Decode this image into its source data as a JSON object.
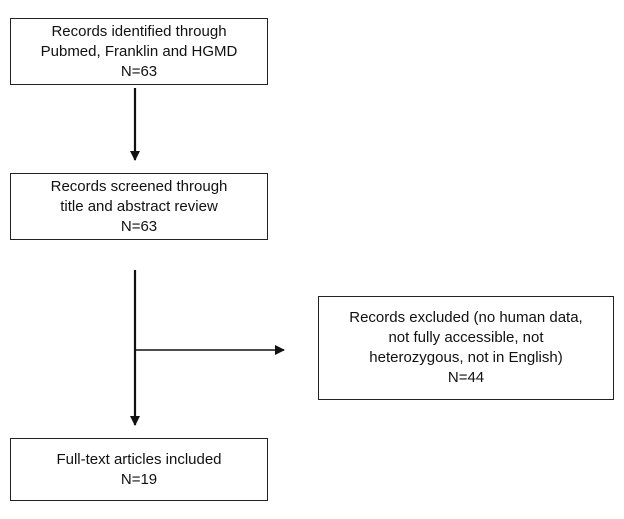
{
  "flowchart": {
    "identified": {
      "line1": "Records identified through",
      "line2": "Pubmed, Franklin and HGMD",
      "count": "N=63"
    },
    "screened": {
      "line1": "Records screened through",
      "line2": "title and abstract review",
      "count": "N=63"
    },
    "excluded": {
      "line1": "Records excluded (no human data,",
      "line2": "not fully accessible, not",
      "line3": "heterozygous, not in English)",
      "count": "N=44"
    },
    "included": {
      "line1": "Full-text articles included",
      "count": "N=19"
    }
  }
}
